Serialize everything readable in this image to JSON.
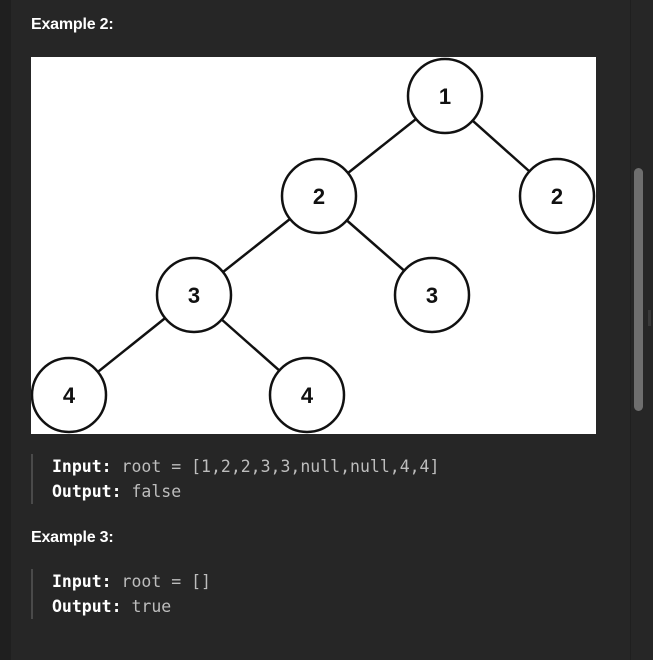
{
  "example2": {
    "heading": "Example 2:",
    "tree": {
      "nodes": [
        {
          "id": "n1",
          "label": "1"
        },
        {
          "id": "n2",
          "label": "2"
        },
        {
          "id": "n3",
          "label": "2"
        },
        {
          "id": "n4",
          "label": "3"
        },
        {
          "id": "n5",
          "label": "3"
        },
        {
          "id": "n6",
          "label": "4"
        },
        {
          "id": "n7",
          "label": "4"
        }
      ]
    },
    "input_label": "Input:",
    "input_value": "root = [1,2,2,3,3,null,null,4,4]",
    "output_label": "Output:",
    "output_value": "false"
  },
  "example3": {
    "heading": "Example 3:",
    "input_label": "Input:",
    "input_value": "root = []",
    "output_label": "Output:",
    "output_value": "true"
  }
}
